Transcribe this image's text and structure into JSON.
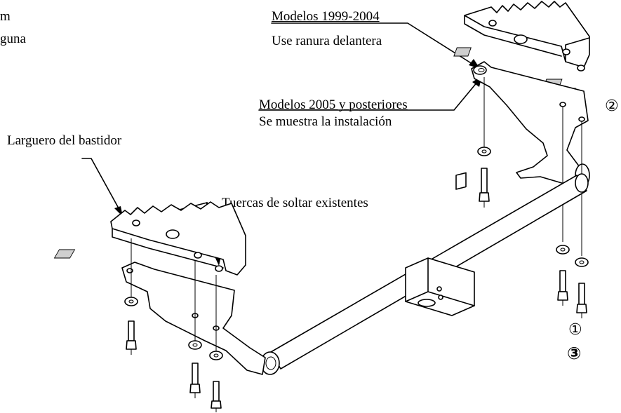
{
  "labels": {
    "top_left_line1": "m",
    "top_left_line2": "guna",
    "models_1999_2004": "Modelos 1999-2004",
    "use_front_slot": "Use ranura delantera",
    "models_2005_later": "Modelos 2005 y posteriores",
    "installation_shown": "Se muestra la instalación",
    "frame_rail": "Larguero del bastidor",
    "existing_nuts": "Tuercas de soltar existentes"
  },
  "step_numbers": {
    "step_2": "②",
    "step_1": "①",
    "step_3": "③"
  }
}
